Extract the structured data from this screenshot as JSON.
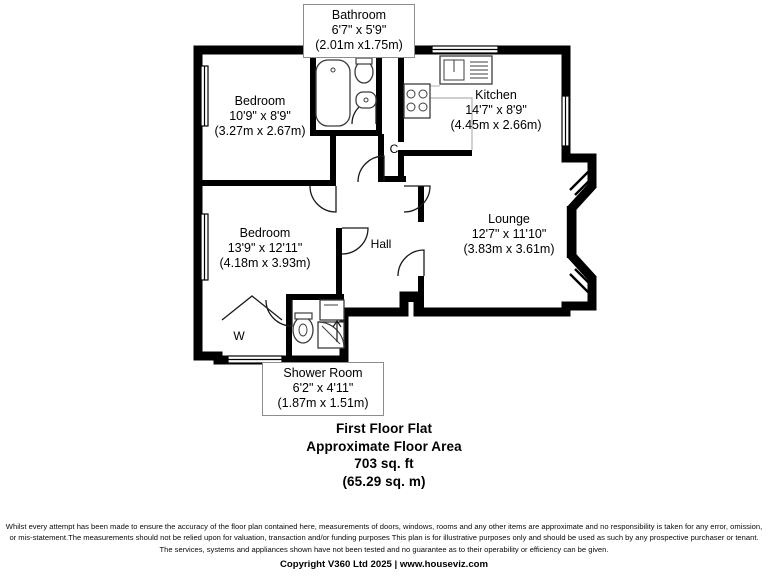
{
  "document": {
    "type": "floor-plan",
    "rooms": [
      {
        "id": "bathroom",
        "name": "Bathroom",
        "imperial": "6'7\" x 5'9\"",
        "metric": "(2.01m x1.75m)",
        "boxed": true
      },
      {
        "id": "bedroom-1",
        "name": "Bedroom",
        "imperial": "10'9\" x 8'9\"",
        "metric": "(3.27m x 2.67m)",
        "boxed": false
      },
      {
        "id": "kitchen",
        "name": "Kitchen",
        "imperial": "14'7\" x 8'9\"",
        "metric": "(4.45m x 2.66m)",
        "boxed": false
      },
      {
        "id": "bedroom-2",
        "name": "Bedroom",
        "imperial": "13'9\" x 12'11\"",
        "metric": "(4.18m x 3.93m)",
        "boxed": false
      },
      {
        "id": "lounge",
        "name": "Lounge",
        "imperial": "12'7\" x 11'10\"",
        "metric": "(3.83m x 3.61m)",
        "boxed": false
      },
      {
        "id": "shower-room",
        "name": "Shower Room",
        "imperial": "6'2\" x 4'11\"",
        "metric": "(1.87m x 1.51m)",
        "boxed": true
      }
    ],
    "small_labels": {
      "hall": "Hall",
      "cupboard": "C",
      "wardrobe": "W"
    },
    "title_block": {
      "line1": "First Floor Flat",
      "line2": "Approximate Floor Area",
      "line3": "703 sq. ft",
      "line4": "(65.29 sq. m)"
    },
    "disclaimer": {
      "line1": "Whilst every attempt has been made to ensure the accuracy of the floor plan contained here, measurements of doors, windows, rooms and any other items are approximate and no responsibility is taken for any error, omission,",
      "line2": "or mis-statement.The measurements should not be relied upon for valuation, transaction and/or funding purposes This plan is for illustrative purposes only and should be used as such by any prospective purchaser or tenant.",
      "line3": "The services, systems and appliances shown have not been tested and no guarantee as to their operability or efficiency can be given."
    },
    "copyright": "Copyright V360 Ltd 2025 | www.houseviz.com",
    "colors": {
      "wall": "#000000",
      "background": "#ffffff",
      "fixture_outline": "#3c3c3c",
      "label_box_border": "#8d8d8d"
    }
  }
}
